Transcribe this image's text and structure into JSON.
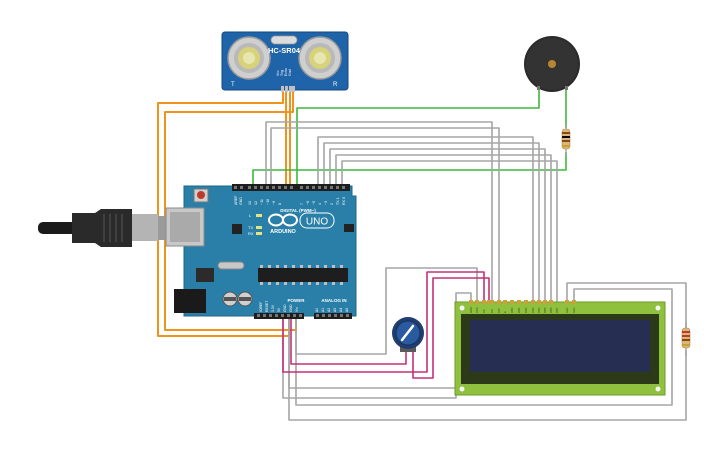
{
  "sensor": {
    "model": "HC-SR04",
    "pin_labels": [
      "Vcc",
      "Trig",
      "Echo",
      "Gnd"
    ],
    "side_left": "T",
    "side_right": "R"
  },
  "arduino": {
    "brand": "ARDUINO",
    "model": "UNO",
    "digital_label": "DIGITAL (PWM~)",
    "power_label": "POWER",
    "analog_label": "ANALOG IN",
    "top_pins": [
      "AREF",
      "GND",
      "13",
      "12",
      "~11",
      "~10",
      "~9",
      "8",
      "7",
      "~6",
      "~5",
      "4",
      "~3",
      "2",
      "TX 1",
      "RX 0"
    ],
    "led_labels": [
      "L",
      "TX",
      "RX"
    ],
    "power_pins": [
      "IOREF",
      "RESET",
      "3.3V",
      "5V",
      "GND",
      "GND",
      "Vin"
    ],
    "analog_pins": [
      "A0",
      "A1",
      "A2",
      "A3",
      "A4",
      "A5"
    ]
  },
  "lcd": {
    "pin_labels": [
      "GND",
      "VCC",
      "V0",
      "RS",
      "RW",
      "E",
      "DB0",
      "DB1",
      "DB2",
      "DB3",
      "DB4",
      "DB5",
      "DB6",
      "DB7",
      "LED",
      "LED"
    ]
  },
  "colors": {
    "wire_orange": "#f0931e",
    "wire_gray": "#a0a0a0",
    "wire_green": "#3cb83c",
    "wire_magenta": "#c2307a",
    "board_blue": "#2a7fa8",
    "lcd_green": "#8fc13e",
    "lcd_screen": "#262f52",
    "sensor_blue": "#1f63a8"
  }
}
